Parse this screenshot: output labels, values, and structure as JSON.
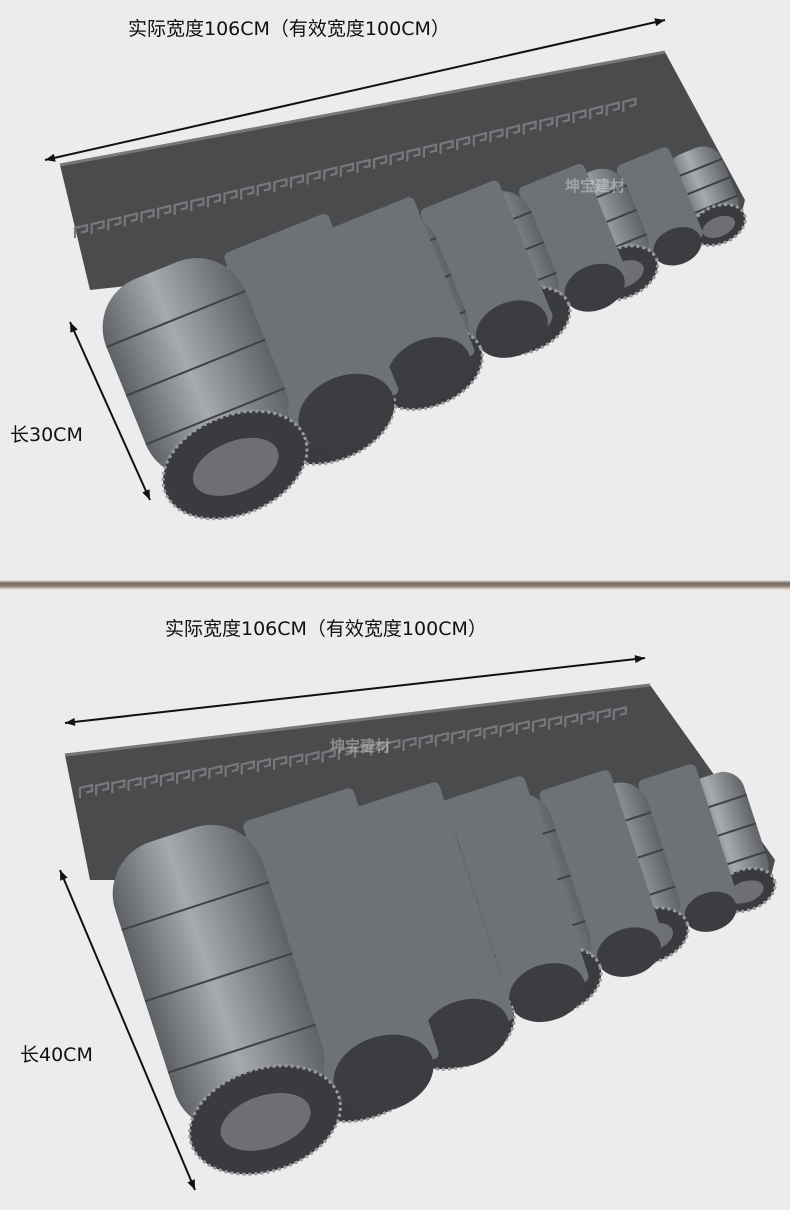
{
  "panels": [
    {
      "width_label": "实际宽度106CM（有效宽度100CM）",
      "length_label": "长30CM",
      "tile_columns": 6
    },
    {
      "width_label": "实际宽度106CM（有效宽度100CM）",
      "length_label": "长40CM",
      "tile_columns": 6
    }
  ],
  "watermark": "坤宝建材",
  "colors": {
    "background": "#ececec",
    "wall": "#4a4b4d",
    "tile": "#8e9196",
    "divider": "#7a6a60"
  }
}
